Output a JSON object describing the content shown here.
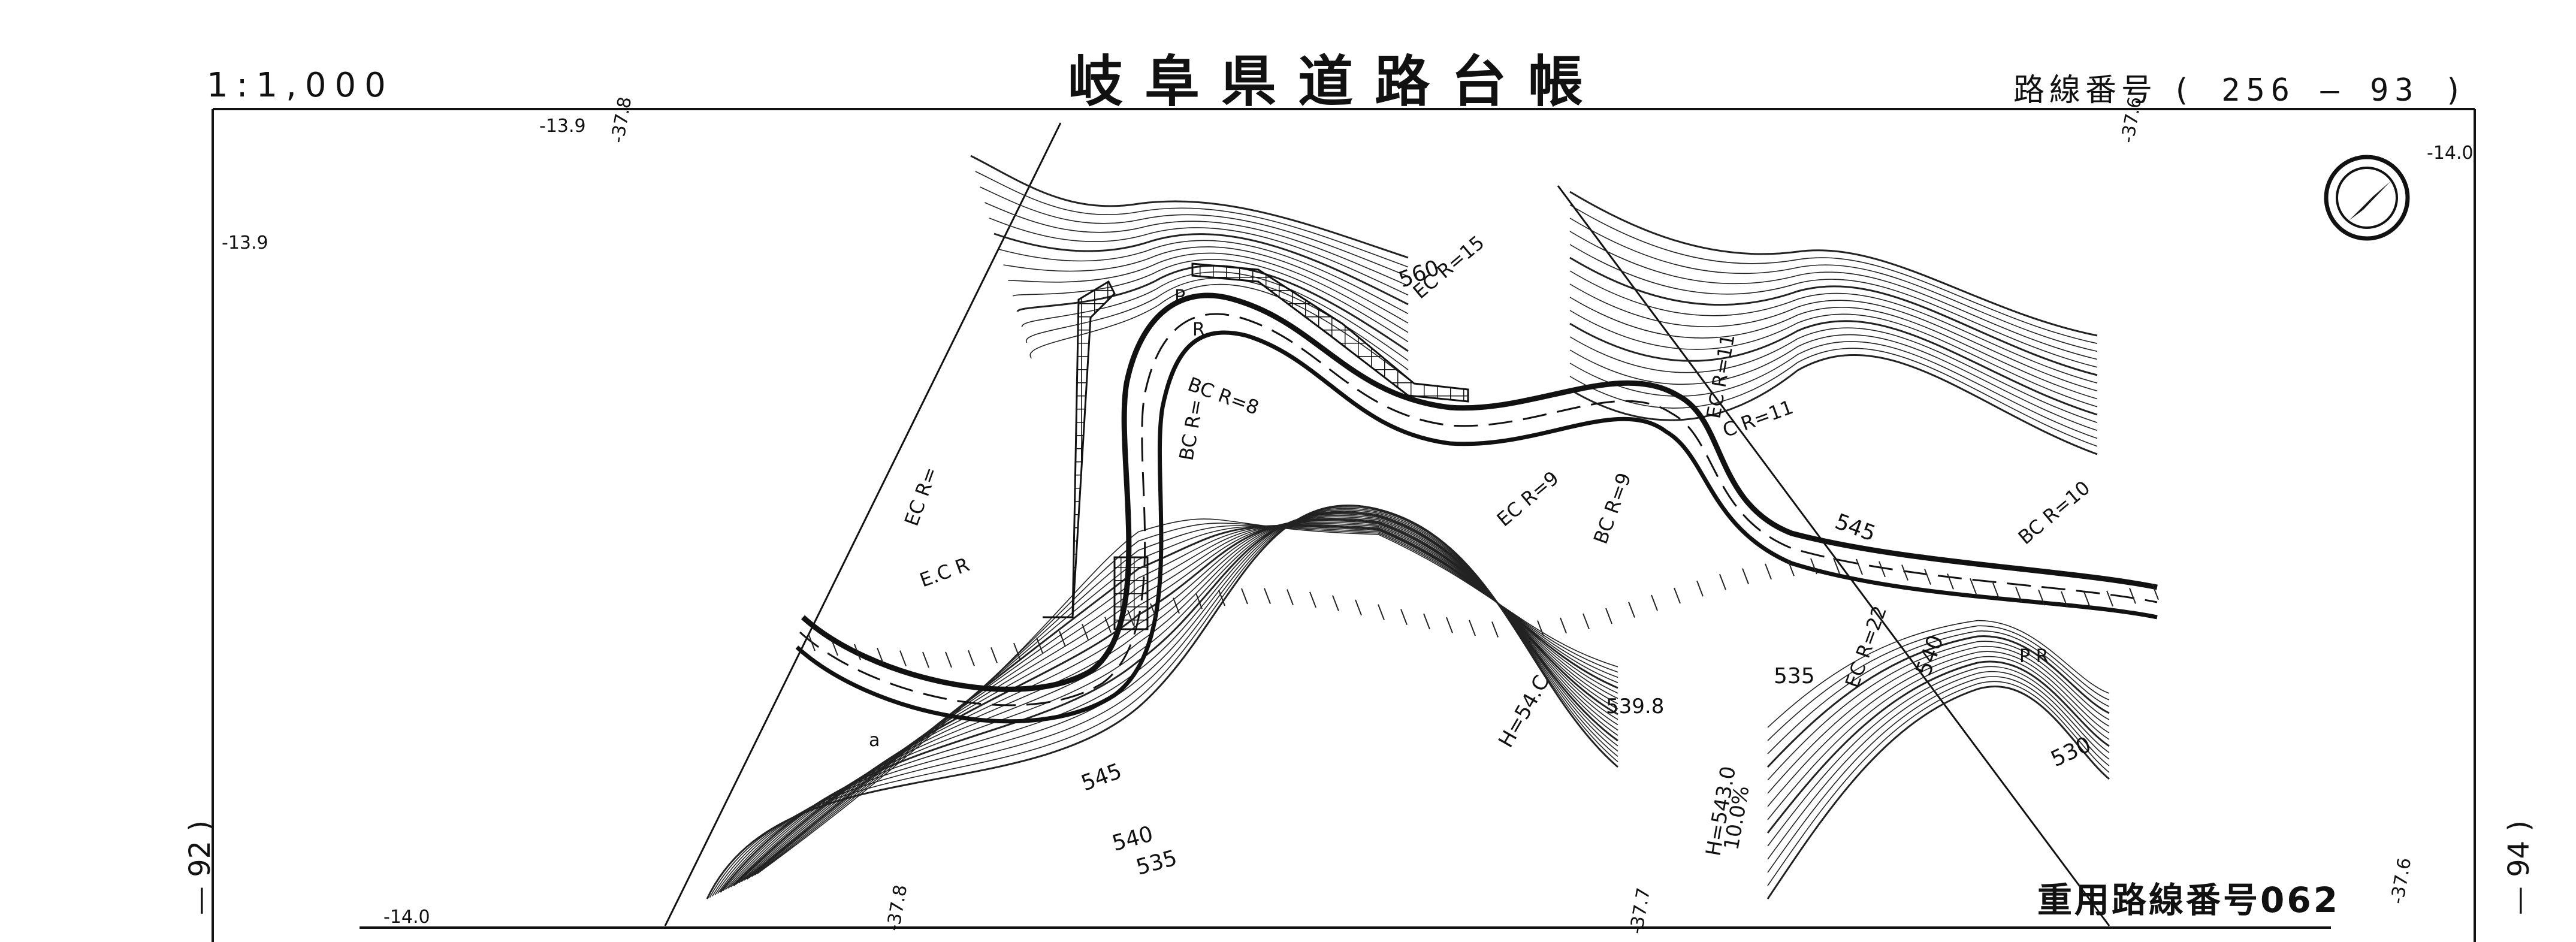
{
  "header": {
    "title": "岐阜県道路台帳",
    "scale": "1:1,000",
    "route_label": "路線番号",
    "route_number": "( 256 — 93 )"
  },
  "footer": {
    "net_reference": "重用路線番号062"
  },
  "adjacent_sheets": {
    "left": "— 92 )",
    "right": "— 94 )"
  },
  "compass": {
    "icon": "north-arrow-icon"
  },
  "map": {
    "contour_labels": [
      "545",
      "540",
      "535",
      "560",
      "530",
      "545",
      "540",
      "535"
    ],
    "curve_labels": [
      "BC R=8",
      "EC R=9",
      "BC R=9",
      "EC R=15",
      "EC R=11",
      "C R=11",
      "BC R=10",
      "EC R=22",
      "BC R=",
      "EC R=",
      "E.C R"
    ],
    "elevation_marks": [
      "H=543.0",
      "H=54.C",
      "539.8",
      "10.0%"
    ],
    "edge_marks": [
      "-13.9",
      "-37.8",
      "-37.6",
      "-14.0",
      "-13.9",
      "-14.0",
      "-37.8",
      "-37.7",
      "-37.6"
    ],
    "misc_marks": [
      "P",
      "R",
      "a",
      "P R"
    ]
  },
  "colors": {
    "ink": "#111111",
    "paper": "#ffffff"
  }
}
